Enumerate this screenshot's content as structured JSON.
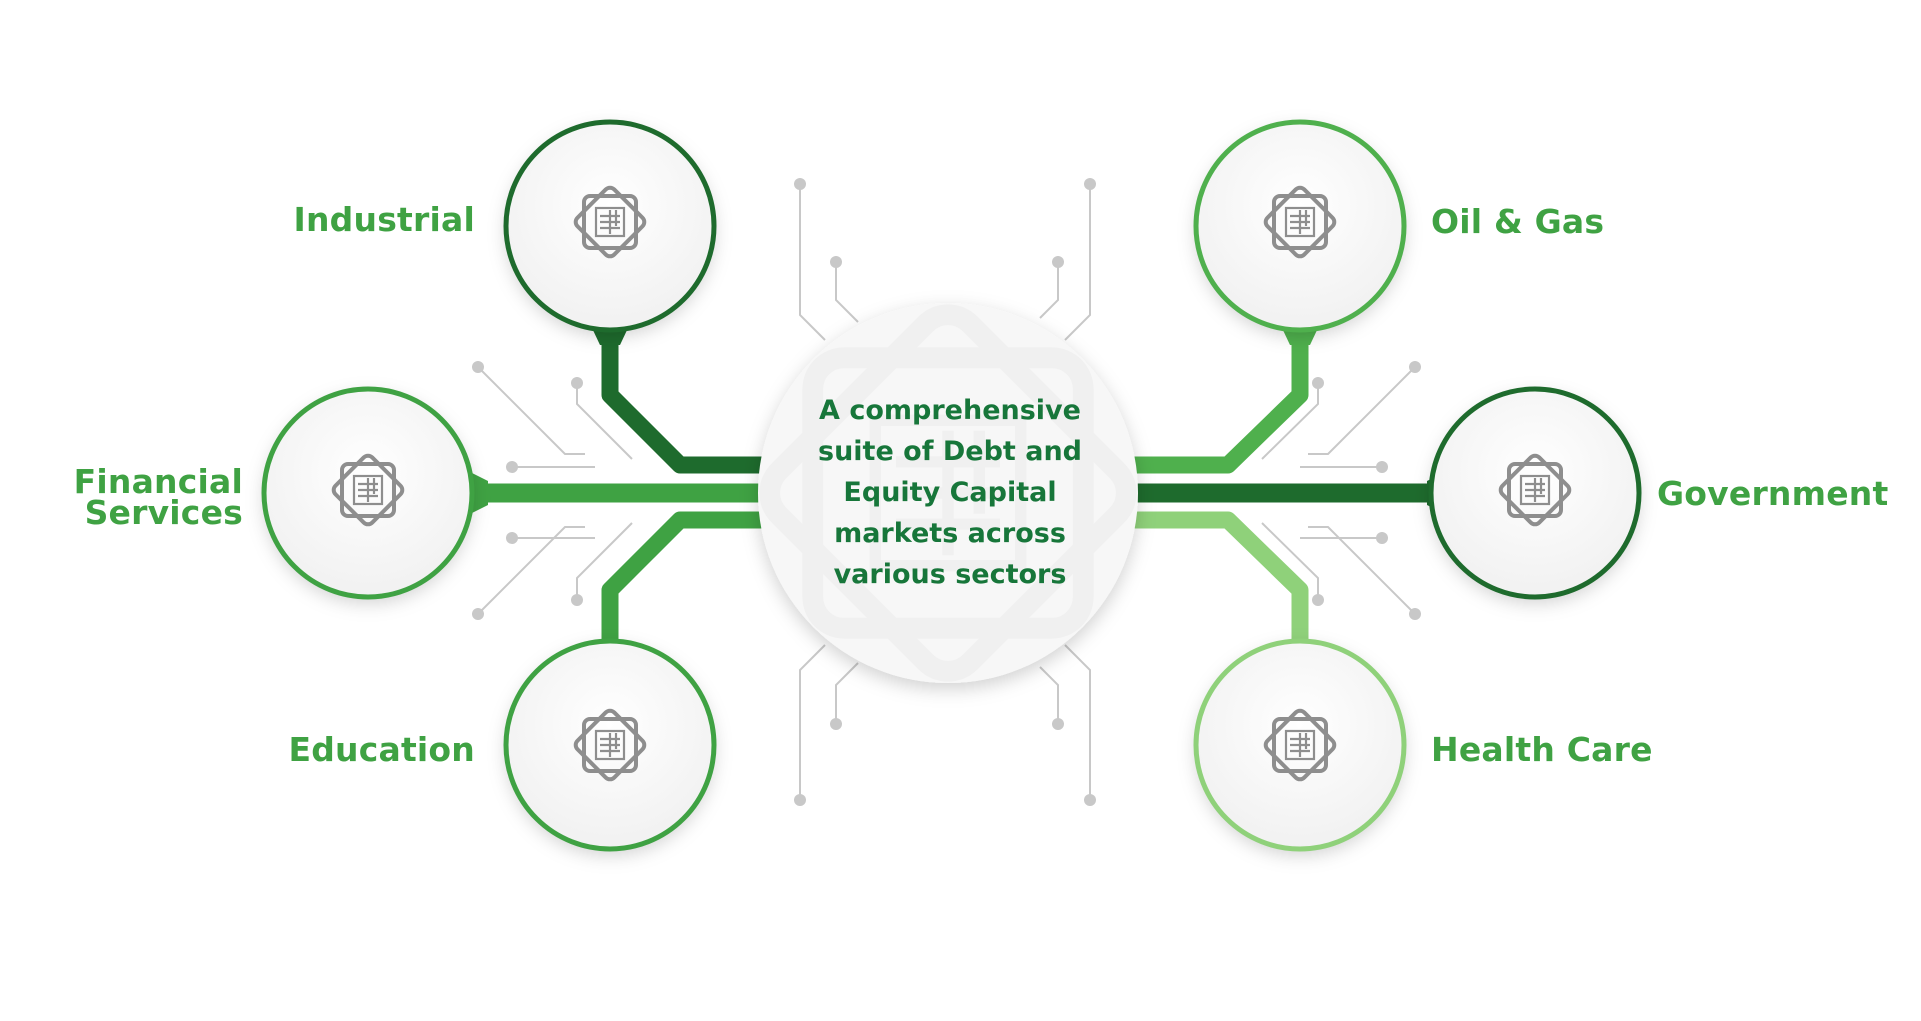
{
  "center": {
    "text": "A comprehensive\nsuite of Debt and\nEquity Capital\nmarkets across\nvarious sectors"
  },
  "sectors": [
    {
      "id": "industrial",
      "label": "Industrial",
      "ring_color": "#1e6b2d",
      "icon": "logo-emblem-icon"
    },
    {
      "id": "financial-services",
      "label": "Financial\nServices",
      "ring_color": "#3fa243",
      "icon": "logo-emblem-icon"
    },
    {
      "id": "education",
      "label": "Education",
      "ring_color": "#3fa243",
      "icon": "logo-emblem-icon"
    },
    {
      "id": "oil-gas",
      "label": "Oil & Gas",
      "ring_color": "#4fb04d",
      "icon": "logo-emblem-icon"
    },
    {
      "id": "government",
      "label": "Government",
      "ring_color": "#1e6b2d",
      "icon": "logo-emblem-icon"
    },
    {
      "id": "health-care",
      "label": "Health Care",
      "ring_color": "#8fd17a",
      "icon": "logo-emblem-icon"
    }
  ],
  "colors": {
    "dark_green": "#1e6b2d",
    "mid_green": "#3fa243",
    "light_green": "#8fd17a",
    "label_green": "#3fa243",
    "center_text": "#17763a",
    "circuit_gray": "#c8c8c8",
    "circle_fill": "#f6f6f6"
  }
}
